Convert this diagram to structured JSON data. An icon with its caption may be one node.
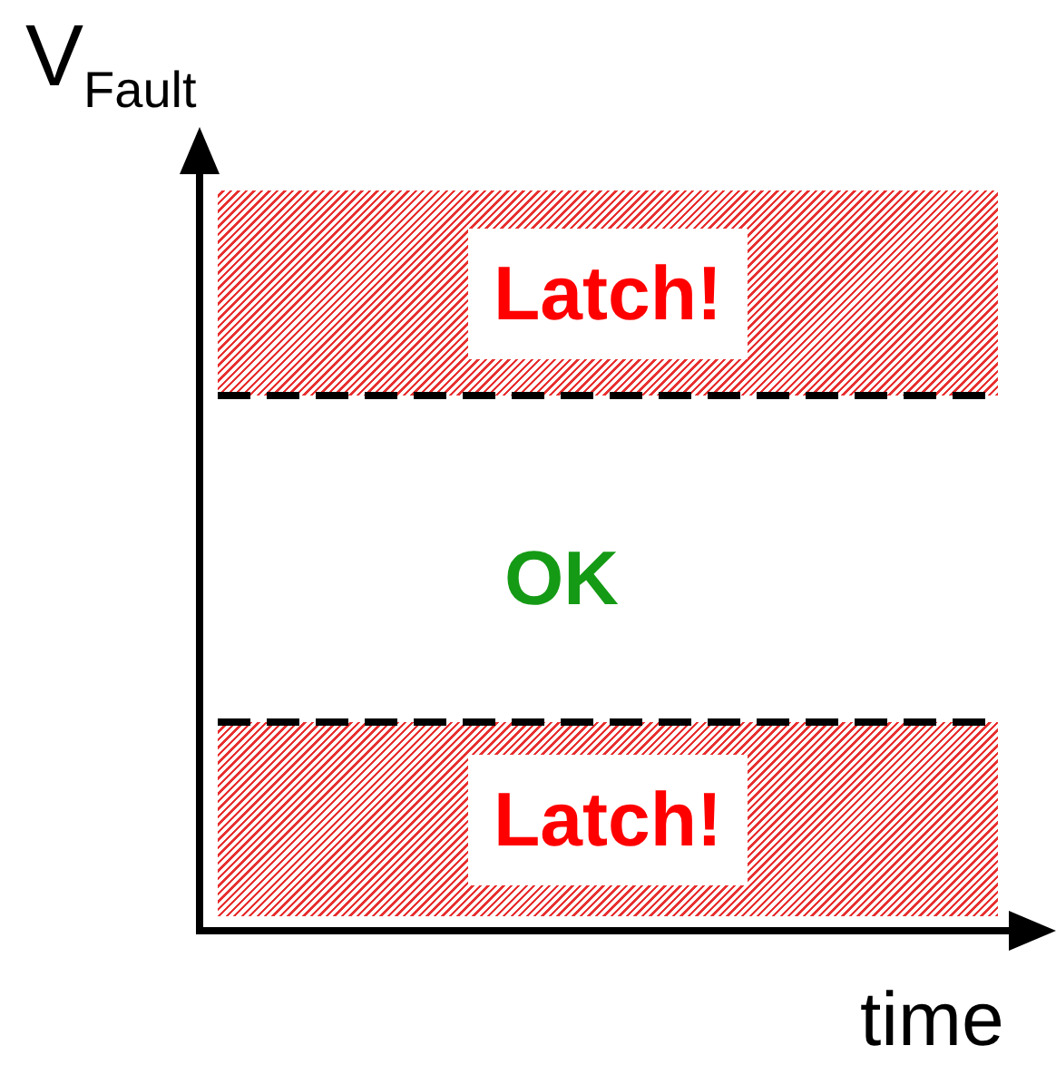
{
  "diagram": {
    "nodes": [
      {
        "text": [
          "Latch!"
        ]
      },
      {
        "text": [
          "Latch!"
        ]
      }
    ],
    "labels": [
      "V$_{Fault}$",
      "OK",
      "time"
    ]
  }
}
